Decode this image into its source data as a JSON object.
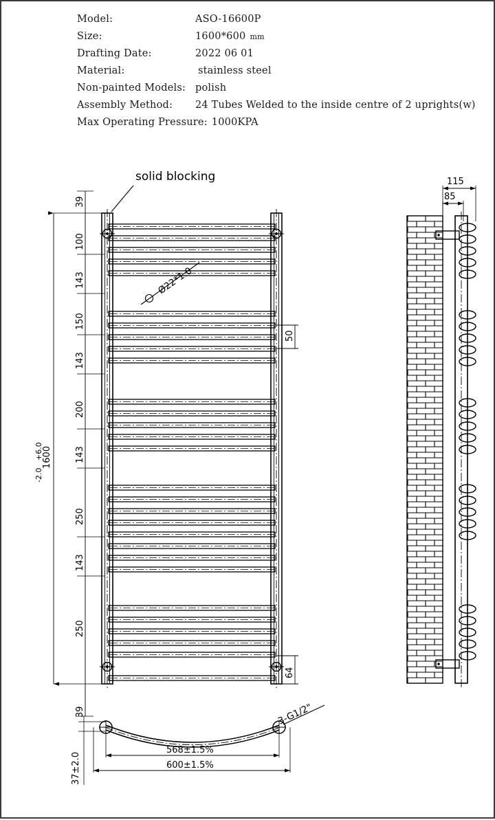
{
  "header": {
    "rows": [
      {
        "label": "Model:",
        "value": "ASO-16600P"
      },
      {
        "label": "Size:",
        "value": "1600*600",
        "unit": "mm"
      },
      {
        "label": "Drafting Date:",
        "value": "2022 06 01"
      },
      {
        "label": "Material:",
        "value": "stainless steel"
      },
      {
        "label": "Non-painted Models:",
        "value": "polish"
      },
      {
        "label": "Assembly Method:",
        "value": "24 Tubes Welded to the inside centre of 2 uprights(w)"
      }
    ],
    "pressure_label": "Max Operating Pressure:",
    "pressure_value": "1000KPA"
  },
  "annotations": {
    "solid_blocking": "solid blocking",
    "tube_spec": "Ø22*1.0",
    "thread_spec": "3-G1/2\""
  },
  "front_view": {
    "overall_height_value": "1600",
    "overall_tol_upper": "+6.0",
    "overall_tol_lower": "-2.0",
    "top_offset": "39",
    "bottom_offset": "39",
    "segments": [
      "100",
      "143",
      "150",
      "143",
      "200",
      "143",
      "250",
      "143",
      "250"
    ],
    "right_dim_upper": "50",
    "right_dim_lower": "64"
  },
  "side_view": {
    "dim_outer": "115",
    "dim_inner": "85"
  },
  "bottom_view": {
    "depth": "37±2.0",
    "inner_width": "568±1.5%",
    "outer_width": "600±1.5%",
    "top_offset": "39"
  },
  "colors": {
    "ink": "#000000",
    "frame": "#3a3a3a",
    "paper": "#ffffff"
  }
}
